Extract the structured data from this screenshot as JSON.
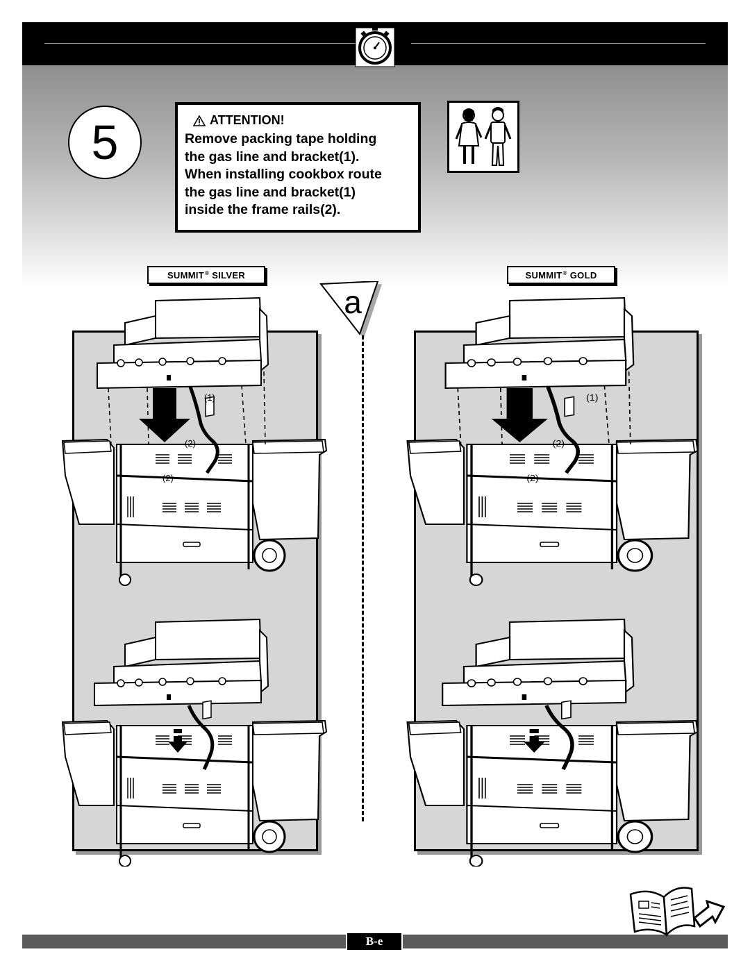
{
  "header": {
    "icon": "stopwatch-icon"
  },
  "step": {
    "number": "5"
  },
  "attention": {
    "title": "ATTENTION!",
    "lines": [
      "Remove packing tape holding",
      "the gas line and bracket(1).",
      "When installing cookbox route",
      "the gas line and bracket(1)",
      "inside the frame rails(2)."
    ],
    "icon": "warning-triangle-icon"
  },
  "people_icon": "two-people-icon",
  "models": {
    "left": {
      "brand": "SUMMIT",
      "mark": "®",
      "name": "SILVER"
    },
    "right": {
      "brand": "SUMMIT",
      "mark": "®",
      "name": "GOLD"
    }
  },
  "substep": {
    "letter": "a"
  },
  "callouts": {
    "one": "(1)",
    "two": "(2)"
  },
  "footer": {
    "page_label": "B-e",
    "icon": "open-book-arrow-icon"
  },
  "colors": {
    "panel": "#d6d6d6",
    "header": "#000000",
    "footer_bar": "#5a5a5a"
  }
}
